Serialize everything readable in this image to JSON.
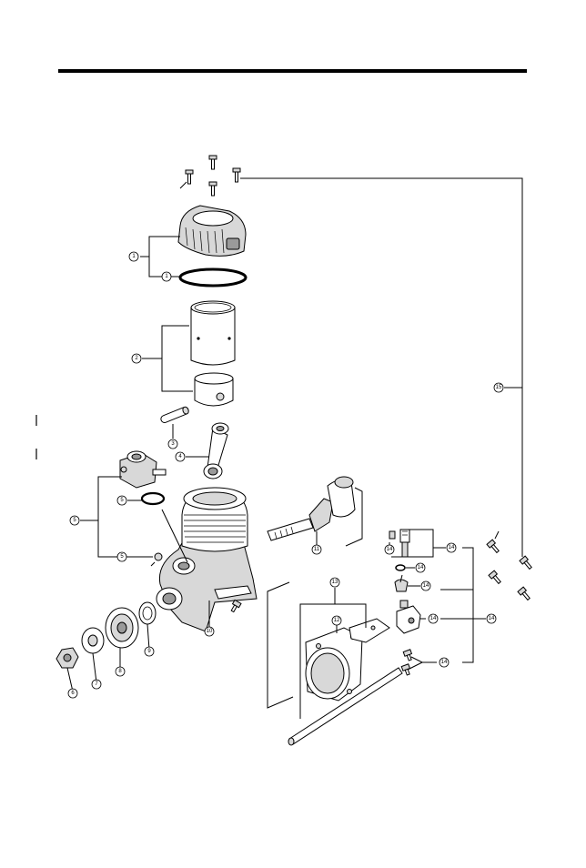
{
  "figure": {
    "type": "exploded parts diagram",
    "callouts": [
      "1",
      "1",
      "2",
      "3",
      "4",
      "5",
      "5",
      "5",
      "5",
      "6",
      "7",
      "8",
      "9",
      "10",
      "11",
      "12",
      "13",
      "14",
      "14",
      "14",
      "14",
      "14",
      "14",
      "14",
      "15"
    ]
  }
}
